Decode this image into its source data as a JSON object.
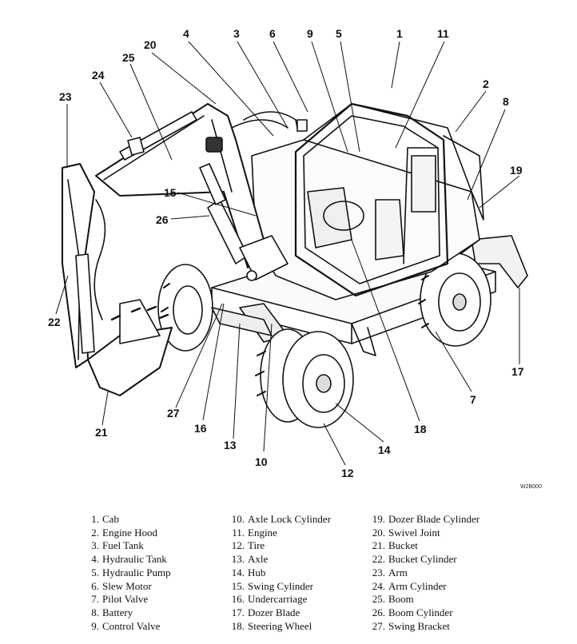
{
  "figure_code": "W2B000",
  "callouts": [
    {
      "id": "1",
      "label": "1"
    },
    {
      "id": "2",
      "label": "2"
    },
    {
      "id": "3",
      "label": "3"
    },
    {
      "id": "4",
      "label": "4"
    },
    {
      "id": "5",
      "label": "5"
    },
    {
      "id": "6",
      "label": "6"
    },
    {
      "id": "7",
      "label": "7"
    },
    {
      "id": "8",
      "label": "8"
    },
    {
      "id": "9",
      "label": "9"
    },
    {
      "id": "10",
      "label": "10"
    },
    {
      "id": "11",
      "label": "11"
    },
    {
      "id": "12",
      "label": "12"
    },
    {
      "id": "13",
      "label": "13"
    },
    {
      "id": "14",
      "label": "14"
    },
    {
      "id": "15",
      "label": "15"
    },
    {
      "id": "16",
      "label": "16"
    },
    {
      "id": "17",
      "label": "17"
    },
    {
      "id": "18",
      "label": "18"
    },
    {
      "id": "19",
      "label": "19"
    },
    {
      "id": "20",
      "label": "20"
    },
    {
      "id": "21",
      "label": "21"
    },
    {
      "id": "22",
      "label": "22"
    },
    {
      "id": "23",
      "label": "23"
    },
    {
      "id": "24",
      "label": "24"
    },
    {
      "id": "25",
      "label": "25"
    },
    {
      "id": "26",
      "label": "26"
    },
    {
      "id": "27",
      "label": "27"
    }
  ],
  "legend": {
    "col1": [
      {
        "num": "1.",
        "name": "Cab"
      },
      {
        "num": "2.",
        "name": "Engine Hood"
      },
      {
        "num": "3.",
        "name": "Fuel Tank"
      },
      {
        "num": "4.",
        "name": "Hydraulic Tank"
      },
      {
        "num": "5.",
        "name": "Hydraulic Pump"
      },
      {
        "num": "6.",
        "name": "Slew Motor"
      },
      {
        "num": "7.",
        "name": "Pilot Valve"
      },
      {
        "num": "8.",
        "name": "Battery"
      },
      {
        "num": "9.",
        "name": "Control Valve"
      }
    ],
    "col2": [
      {
        "num": "10.",
        "name": "Axle Lock Cylinder"
      },
      {
        "num": "11.",
        "name": "Engine"
      },
      {
        "num": "12.",
        "name": "Tire"
      },
      {
        "num": "13.",
        "name": "Axle"
      },
      {
        "num": "14.",
        "name": "Hub"
      },
      {
        "num": "15.",
        "name": "Swing Cylinder"
      },
      {
        "num": "16.",
        "name": "Undercarriage"
      },
      {
        "num": "17.",
        "name": "Dozer Blade"
      },
      {
        "num": "18.",
        "name": "Steering Wheel"
      }
    ],
    "col3": [
      {
        "num": "19.",
        "name": "Dozer Blade Cylinder"
      },
      {
        "num": "20.",
        "name": "Swivel Joint"
      },
      {
        "num": "21.",
        "name": "Bucket"
      },
      {
        "num": "22.",
        "name": "Bucket Cylinder"
      },
      {
        "num": "23.",
        "name": "Arm"
      },
      {
        "num": "24.",
        "name": "Arm Cylinder"
      },
      {
        "num": "25.",
        "name": "Boom"
      },
      {
        "num": "26.",
        "name": "Boom Cylinder"
      },
      {
        "num": "27.",
        "name": "Swing Bracket"
      }
    ]
  }
}
